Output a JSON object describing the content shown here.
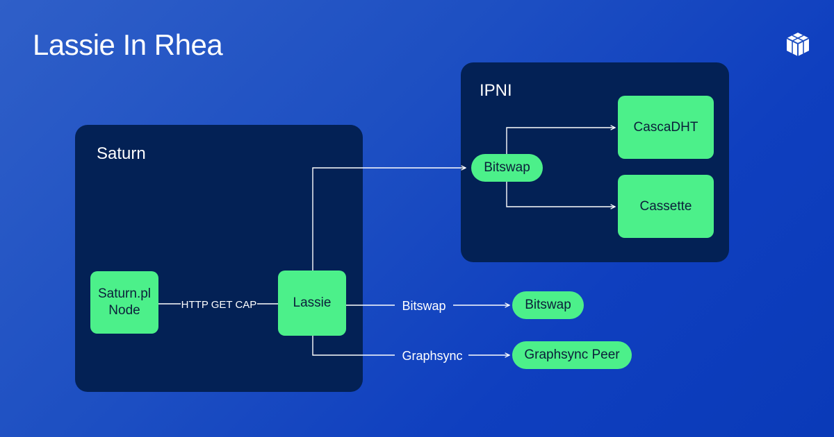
{
  "header": {
    "title": "Lassie In Rhea"
  },
  "panels": {
    "saturn": {
      "label": "Saturn"
    },
    "ipni": {
      "label": "IPNI"
    }
  },
  "nodes": {
    "saturn_node": "Saturn.pl\nNode",
    "lassie": "Lassie",
    "ipni_bitswap": "Bitswap",
    "cascadht": "CascaDHT",
    "cassette": "Cassette",
    "bitswap_peer": "Bitswap",
    "graphsync_peer": "Graphsync Peer"
  },
  "edge_labels": {
    "http": "HTTP GET CAP",
    "bitswap": "Bitswap",
    "graphsync": "Graphsync"
  },
  "colors": {
    "panel": "#032155",
    "node": "#4cf08a",
    "node_text": "#0b1f3a",
    "line": "#ffffff"
  },
  "icons": {
    "logo": "cube-icon"
  }
}
